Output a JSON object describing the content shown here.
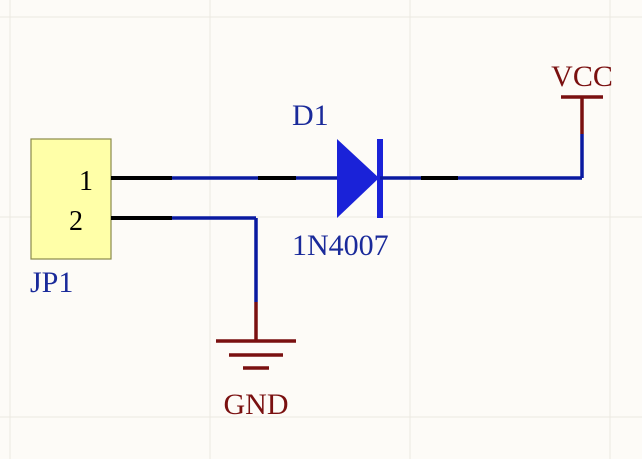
{
  "schematic": {
    "connector": {
      "designator": "JP1",
      "pins": [
        "1",
        "2"
      ]
    },
    "diode": {
      "designator": "D1",
      "part": "1N4007"
    },
    "power": {
      "vcc_label": "VCC",
      "gnd_label": "GND"
    },
    "colors": {
      "background": "#fdfbf7",
      "grid": "#ece8e0",
      "wire": "#0a1aa0",
      "pin": "#000000",
      "component_fill": "#ffffa8",
      "component_stroke": "#8a8a4a",
      "power_symbol": "#7a1010",
      "designator_text": "#1a2a9a"
    }
  }
}
